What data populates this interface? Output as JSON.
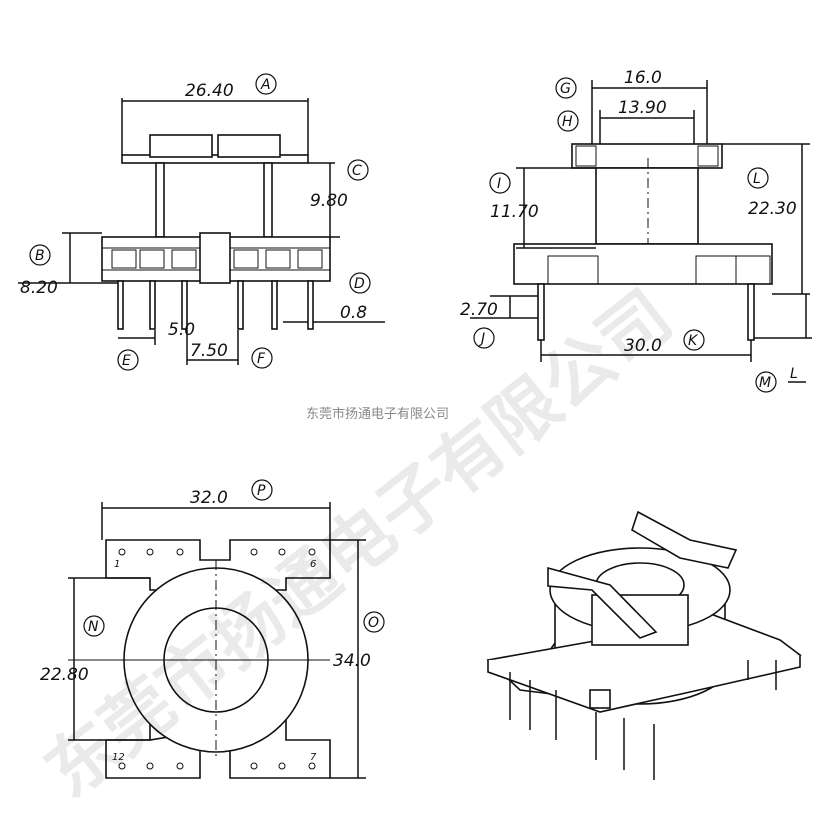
{
  "company_caption": "东莞市扬通电子有限公司",
  "watermark_text": "东莞市扬通电子有限公司",
  "front_view": {
    "dim_width": "26.40",
    "dim_height_top": "9.80",
    "dim_height_bottom": "8.20",
    "dim_pin": "0.8",
    "dim_pitch": "5.0",
    "dim_spacing": "7.50",
    "labels": {
      "a": "A",
      "b": "B",
      "c": "C",
      "d": "D",
      "e": "E",
      "f": "F"
    }
  },
  "side_view": {
    "dim_outer": "16.0",
    "dim_inner": "13.90",
    "dim_core_height": "11.70",
    "dim_total_height": "22.30",
    "dim_pin_length": "2.70",
    "dim_pin_span": "30.0",
    "dim_l_text": "L",
    "labels": {
      "g": "G",
      "h": "H",
      "i": "I",
      "j": "J",
      "k": "K",
      "l": "L",
      "m": "M"
    }
  },
  "bottom_view": {
    "dim_width": "32.0",
    "dim_height": "34.0",
    "dim_bore": "22.80",
    "pin_numbers": {
      "p1": "1",
      "p6": "6",
      "p12": "12",
      "p7": "7"
    },
    "labels": {
      "n": "N",
      "o": "O",
      "p": "P"
    }
  },
  "colors": {
    "line": "#111111",
    "watermark": "#000000",
    "caption": "#888888"
  }
}
